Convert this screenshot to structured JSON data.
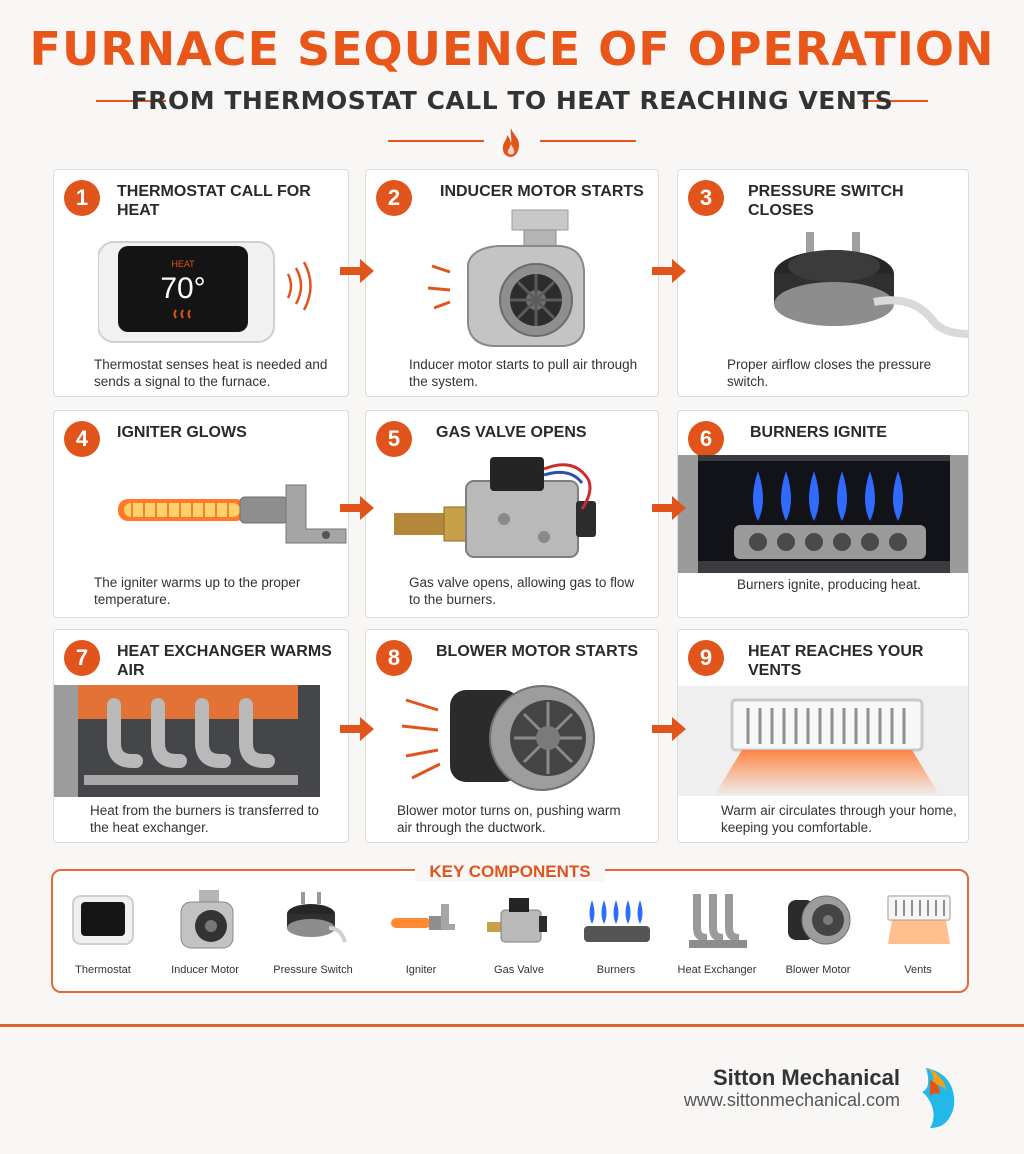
{
  "header": {
    "title": "FURNACE SEQUENCE OF OPERATION",
    "subtitle": "FROM THERMOSTAT CALL TO HEAT REACHING VENTS"
  },
  "colors": {
    "accent": "#e1541b",
    "flame_blue": "#2f6bff",
    "text": "#2b2b2b"
  },
  "steps": [
    {
      "number": "1",
      "title": "THERMOSTAT CALL FOR HEAT",
      "description": "Thermostat senses heat is needed and sends a signal to the furnace.",
      "display_mode": "HEAT",
      "display_temp": "70°"
    },
    {
      "number": "2",
      "title": "INDUCER MOTOR STARTS",
      "description": "Inducer motor starts to pull air through the system."
    },
    {
      "number": "3",
      "title": "PRESSURE SWITCH CLOSES",
      "description": "Proper airflow closes the pressure switch."
    },
    {
      "number": "4",
      "title": "IGNITER GLOWS",
      "description": "The igniter warms up to the proper temperature."
    },
    {
      "number": "5",
      "title": "GAS VALVE OPENS",
      "description": "Gas valve opens, allowing gas to flow to the burners."
    },
    {
      "number": "6",
      "title": "BURNERS IGNITE",
      "description": "Burners ignite, producing heat."
    },
    {
      "number": "7",
      "title": "HEAT EXCHANGER WARMS AIR",
      "description": "Heat from the burners is transferred to the heat exchanger."
    },
    {
      "number": "8",
      "title": "BLOWER MOTOR STARTS",
      "description": "Blower motor turns on, pushing warm air through the ductwork."
    },
    {
      "number": "9",
      "title": "HEAT REACHES YOUR VENTS",
      "description": "Warm air circulates through your home, keeping you comfortable."
    }
  ],
  "key_components": {
    "title": "KEY COMPONENTS",
    "items": [
      "Thermostat",
      "Inducer Motor",
      "Pressure Switch",
      "Igniter",
      "Gas Valve",
      "Burners",
      "Heat Exchanger",
      "Blower Motor",
      "Vents"
    ]
  },
  "footer": {
    "company": "Sitton Mechanical",
    "website": "www.sittonmechanical.com"
  }
}
